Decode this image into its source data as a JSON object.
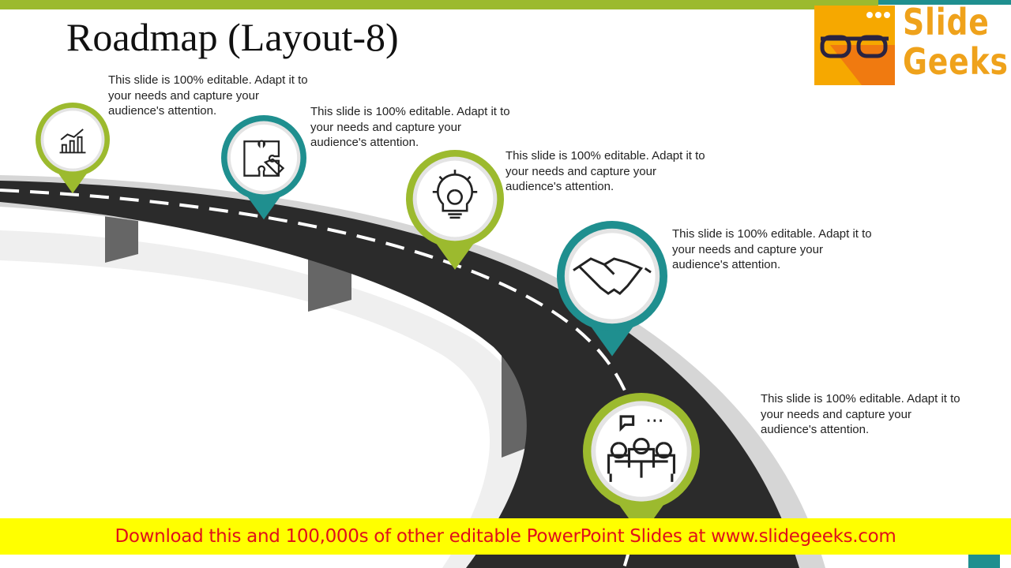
{
  "title": "Roadmap (Layout-8)",
  "logo": {
    "line1": "Slide",
    "line2": "Geeks"
  },
  "colors": {
    "green": "#9cba2e",
    "teal": "#1f8f8f",
    "road": "#2b2b2b",
    "banner_bg": "#ffff00",
    "banner_text": "#e0101a"
  },
  "milestones": [
    {
      "icon": "bar-chart-icon",
      "text": "This slide is 100% editable. Adapt it to your needs and capture your audience's attention."
    },
    {
      "icon": "puzzle-icon",
      "text": "This slide is 100% editable. Adapt it to your needs and capture your audience's attention."
    },
    {
      "icon": "lightbulb-gear-icon",
      "text": "This slide is 100% editable. Adapt it to your needs and capture your audience's attention."
    },
    {
      "icon": "handshake-icon",
      "text": "This slide is 100% editable. Adapt it to your needs and capture your audience's attention."
    },
    {
      "icon": "meeting-icon",
      "text": "This slide is 100% editable. Adapt it to your needs and capture your audience's attention."
    }
  ],
  "banner": "Download this and 100,000s of other editable PowerPoint Slides at www.slidegeeks.com"
}
